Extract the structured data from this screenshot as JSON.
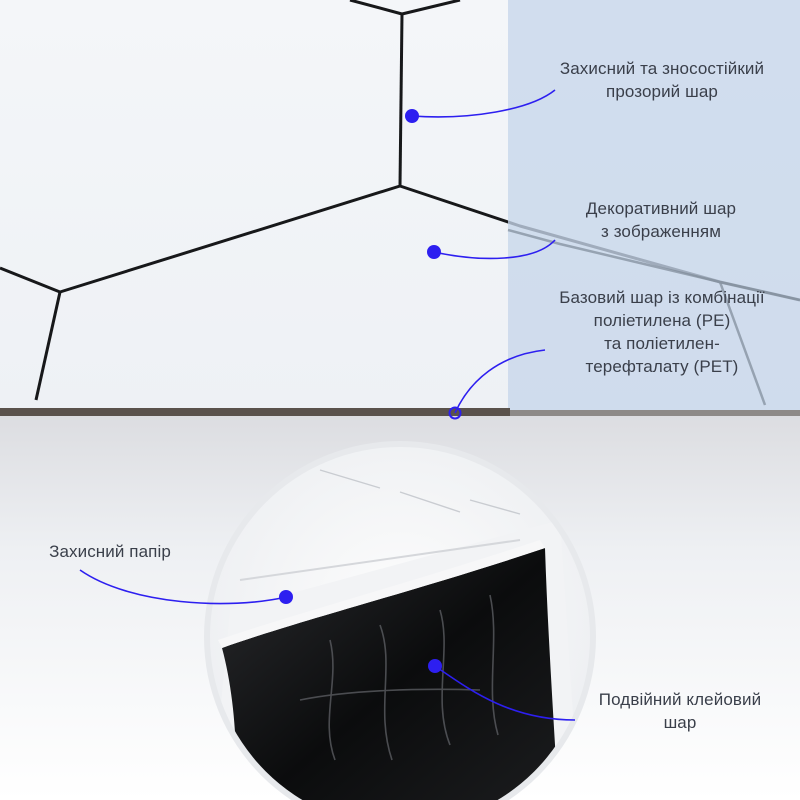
{
  "labels": {
    "protective_layer": [
      "Захисний та зносостійкий",
      "прозорий шар"
    ],
    "decorative_layer": [
      "Декоративний шар",
      "з зображенням"
    ],
    "base_layer": [
      "Базовий шар із комбінації",
      "поліетилена (PE)",
      "та поліетилен-",
      "терефталату (PET)"
    ],
    "protective_paper": [
      "Захисний папір"
    ],
    "adhesive_layer": [
      "Подвійний клейовий",
      "шар"
    ]
  },
  "colors": {
    "accent": "#2d1ff0",
    "panel": "#d3deec",
    "text": "#3a3f4a",
    "adhesive": "#0e0f10"
  }
}
